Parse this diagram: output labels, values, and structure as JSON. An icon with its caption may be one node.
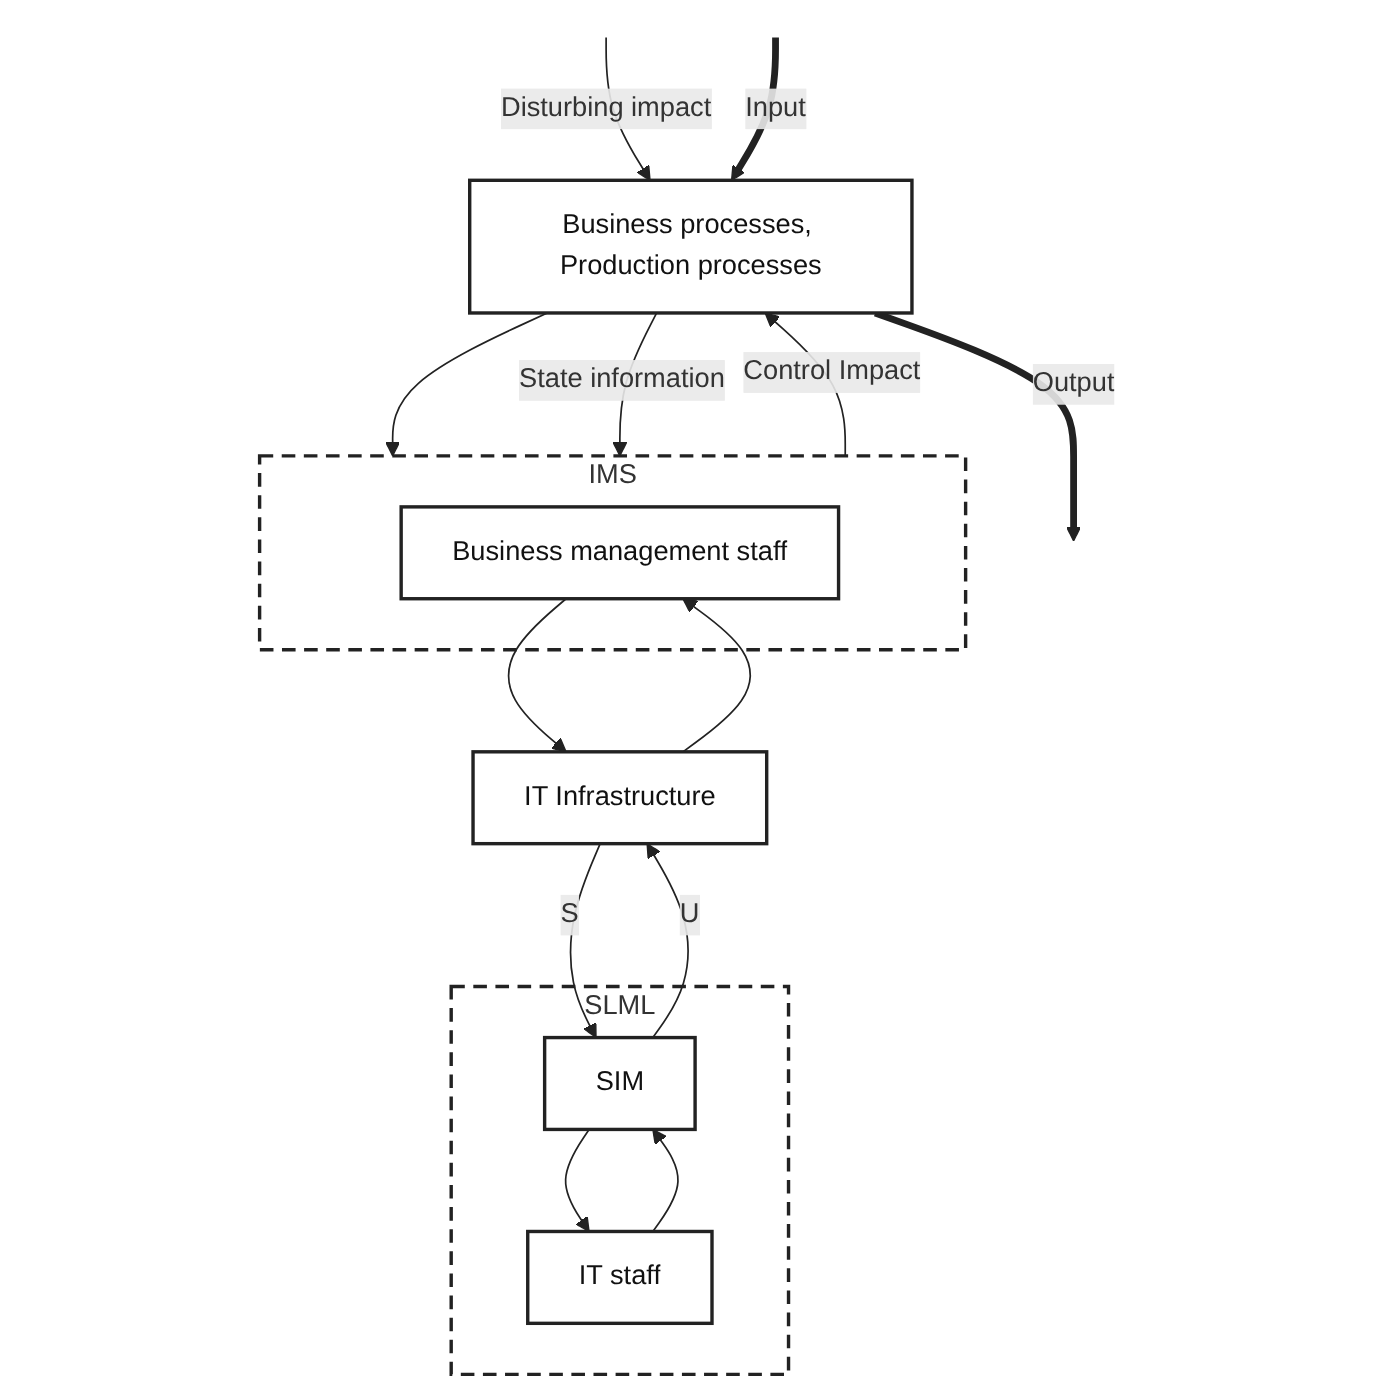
{
  "diagram": {
    "nodes": [
      {
        "text": [
          "Business processes, Production processes"
        ]
      },
      {
        "text": [
          "IMS"
        ]
      },
      {
        "text": [
          "Business management staff"
        ],
        "in": 1
      },
      {
        "text": [
          "SLML"
        ]
      },
      {
        "text": [
          "IT Infrastructure"
        ]
      },
      {
        "text": [
          "SIM"
        ],
        "in": 3
      },
      {
        "text": [
          "IT staff"
        ],
        "in": 3
      }
    ],
    "edges": [
      {
        "from": null,
        "to": 0,
        "arrow": "to",
        "label": "Disturbing impact"
      },
      {
        "from": null,
        "to": 0,
        "arrow": "to",
        "label": "Input",
        "style": "thick"
      },
      {
        "from": 0,
        "to": null,
        "arrow": "to",
        "label": "Output",
        "style": "thick"
      },
      {
        "from": 0,
        "to": 1,
        "arrow": "to"
      },
      {
        "from": 0,
        "to": 1,
        "arrow": "to",
        "label": "State information"
      },
      {
        "from": 1,
        "to": 0,
        "arrow": "to",
        "label": "Control Impact"
      },
      {
        "from": 2,
        "to": 4,
        "arrow": "to"
      },
      {
        "from": 4,
        "to": 2,
        "arrow": "to"
      },
      {
        "from": 4,
        "to": 5,
        "arrow": "to",
        "label": "S"
      },
      {
        "from": 5,
        "to": 4,
        "arrow": "to",
        "label": "U"
      },
      {
        "from": 5,
        "to": 6,
        "arrow": "to"
      },
      {
        "from": 6,
        "to": 5,
        "arrow": "to"
      }
    ]
  }
}
